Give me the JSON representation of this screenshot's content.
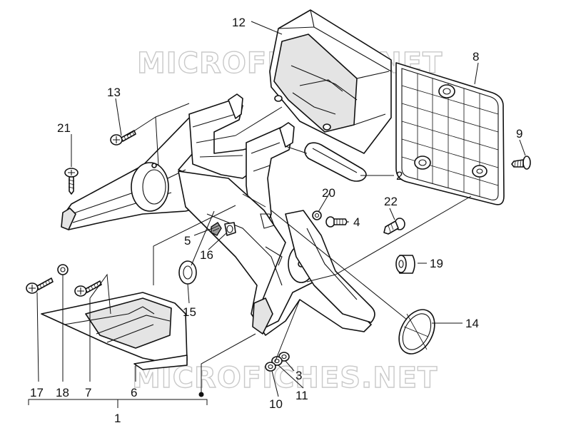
{
  "watermark": {
    "top": "MICROFICHES.NET",
    "bottom": "MICROFICHES.NET"
  },
  "callouts": {
    "c1": "1",
    "c2": "2",
    "c3": "3",
    "c4": "4",
    "c5": "5",
    "c6": "6",
    "c7": "7",
    "c8": "8",
    "c9": "9",
    "c10": "10",
    "c11": "11",
    "c12": "12",
    "c13": "13",
    "c14": "14",
    "c15": "15",
    "c16": "16",
    "c17": "17",
    "c18": "18",
    "c19": "19",
    "c20": "20",
    "c21": "21",
    "c22": "22"
  }
}
